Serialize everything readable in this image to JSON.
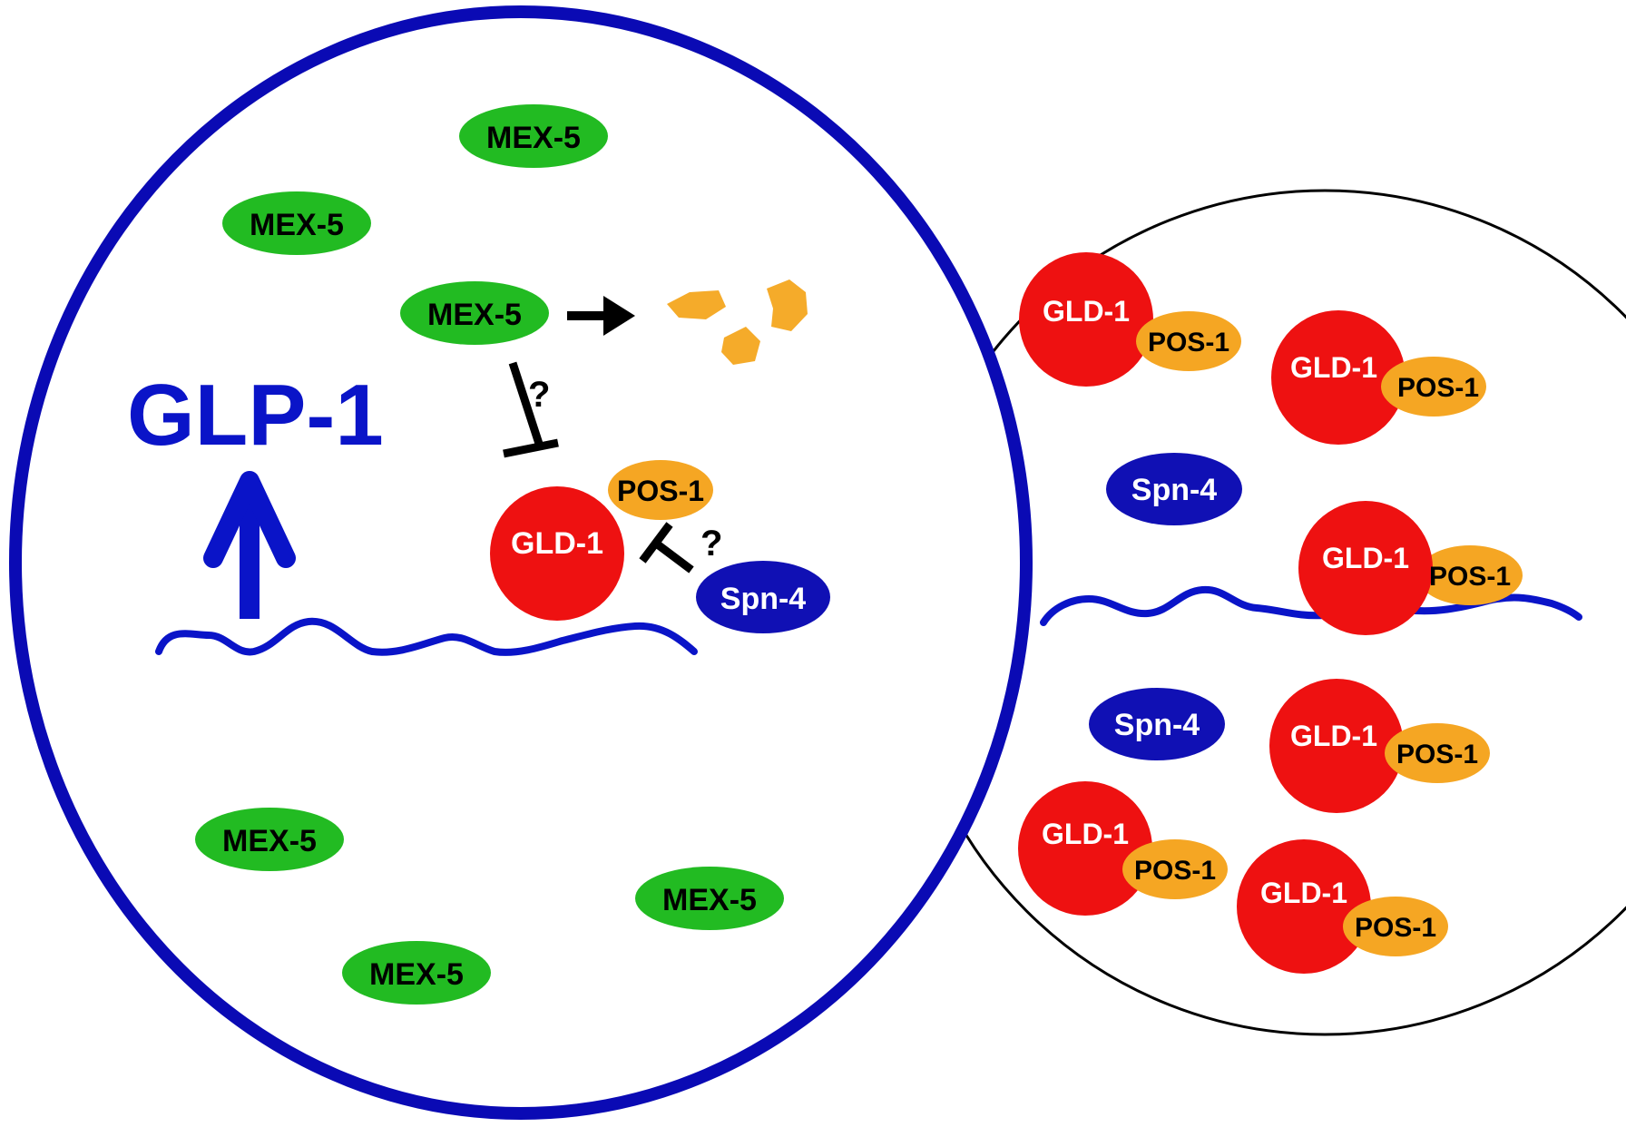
{
  "colors": {
    "anterior_cell_outline": "#0a0ab4",
    "mrna": "#0a14c8",
    "mex5_fill": "#22bb22",
    "gld1_fill": "#ee1111",
    "pos1_fill": "#f5a623",
    "spn4_fill": "#1010b4",
    "inhibitor": "#000000",
    "degraded_fragment": "#f5ab2a"
  },
  "labels": {
    "glp1": "GLP-1",
    "question_upper": "?",
    "question_lower": "?",
    "mex5": [
      "MEX-5",
      "MEX-5",
      "MEX-5",
      "MEX-5",
      "MEX-5",
      "MEX-5"
    ],
    "anterior_gld1": "GLD-1",
    "anterior_pos1": "POS-1",
    "anterior_spn4": "Spn-4",
    "posterior_gld1": [
      "GLD-1",
      "GLD-1",
      "GLD-1",
      "GLD-1",
      "GLD-1",
      "GLD-1"
    ],
    "posterior_pos1": [
      "POS-1",
      "POS-1",
      "POS-1",
      "POS-1",
      "POS-1",
      "POS-1"
    ],
    "posterior_spn4": [
      "Spn-4",
      "Spn-4"
    ]
  },
  "icons": {
    "degradation_arrow": "right-arrow-icon",
    "translation_arrow": "up-arrow-icon",
    "inhibition_bar": "inhibition-t-bar-icon"
  }
}
